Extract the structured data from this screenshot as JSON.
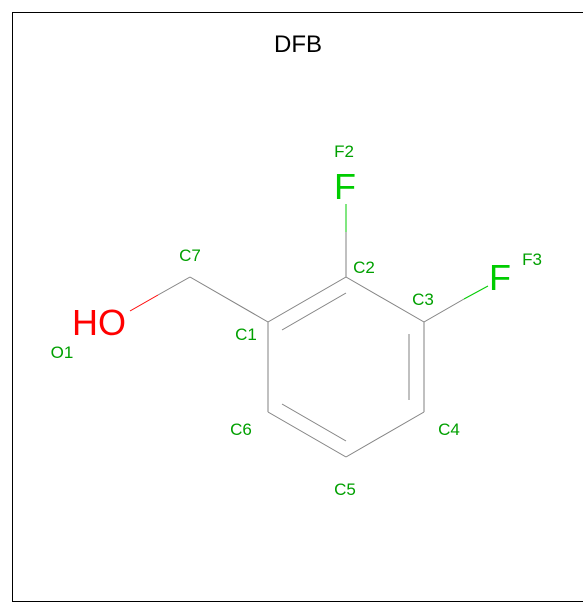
{
  "diagram": {
    "title": "DFB",
    "colors": {
      "bond": "#808080",
      "fluorine": "#00cc00",
      "oxygen": "#ff0000",
      "atom_label": "#00a000"
    },
    "atom_labels": {
      "C1": "C1",
      "C2": "C2",
      "C3": "C3",
      "C4": "C4",
      "C5": "C5",
      "C6": "C6",
      "C7": "C7",
      "O1": "O1",
      "F2": "F2",
      "F3": "F3"
    },
    "heteroatoms": {
      "F_top": "F",
      "F_right": "F",
      "HO": "HO"
    }
  }
}
